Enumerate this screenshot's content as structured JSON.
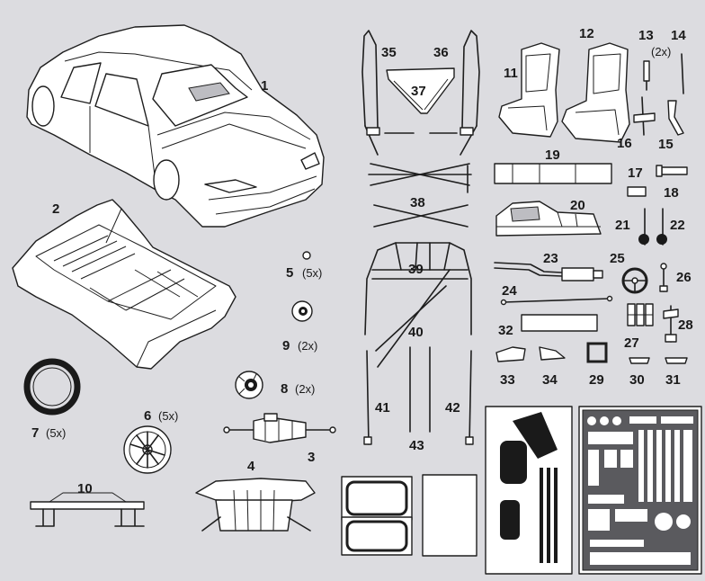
{
  "parts": [
    {
      "number": "1",
      "qty": ""
    },
    {
      "number": "2",
      "qty": ""
    },
    {
      "number": "3",
      "qty": ""
    },
    {
      "number": "4",
      "qty": ""
    },
    {
      "number": "5",
      "qty": "(5x)"
    },
    {
      "number": "6",
      "qty": "(5x)"
    },
    {
      "number": "7",
      "qty": "(5x)"
    },
    {
      "number": "8",
      "qty": "(2x)"
    },
    {
      "number": "9",
      "qty": "(2x)"
    },
    {
      "number": "10",
      "qty": ""
    },
    {
      "number": "11",
      "qty": ""
    },
    {
      "number": "12",
      "qty": ""
    },
    {
      "number": "13",
      "qty": "(2x)"
    },
    {
      "number": "14",
      "qty": ""
    },
    {
      "number": "15",
      "qty": ""
    },
    {
      "number": "16",
      "qty": ""
    },
    {
      "number": "17",
      "qty": ""
    },
    {
      "number": "18",
      "qty": ""
    },
    {
      "number": "19",
      "qty": ""
    },
    {
      "number": "20",
      "qty": ""
    },
    {
      "number": "21",
      "qty": ""
    },
    {
      "number": "22",
      "qty": ""
    },
    {
      "number": "23",
      "qty": ""
    },
    {
      "number": "24",
      "qty": ""
    },
    {
      "number": "25",
      "qty": ""
    },
    {
      "number": "26",
      "qty": ""
    },
    {
      "number": "27",
      "qty": ""
    },
    {
      "number": "28",
      "qty": ""
    },
    {
      "number": "29",
      "qty": ""
    },
    {
      "number": "30",
      "qty": ""
    },
    {
      "number": "31",
      "qty": ""
    },
    {
      "number": "32",
      "qty": ""
    },
    {
      "number": "33",
      "qty": ""
    },
    {
      "number": "34",
      "qty": ""
    },
    {
      "number": "35",
      "qty": ""
    },
    {
      "number": "36",
      "qty": ""
    },
    {
      "number": "37",
      "qty": ""
    },
    {
      "number": "38",
      "qty": ""
    },
    {
      "number": "39",
      "qty": ""
    },
    {
      "number": "40",
      "qty": ""
    },
    {
      "number": "41",
      "qty": ""
    },
    {
      "number": "42",
      "qty": ""
    },
    {
      "number": "43",
      "qty": ""
    }
  ],
  "colors": {
    "paper": "#dcdce0",
    "ink": "#1e1e1e",
    "fill": "#ffffff"
  }
}
